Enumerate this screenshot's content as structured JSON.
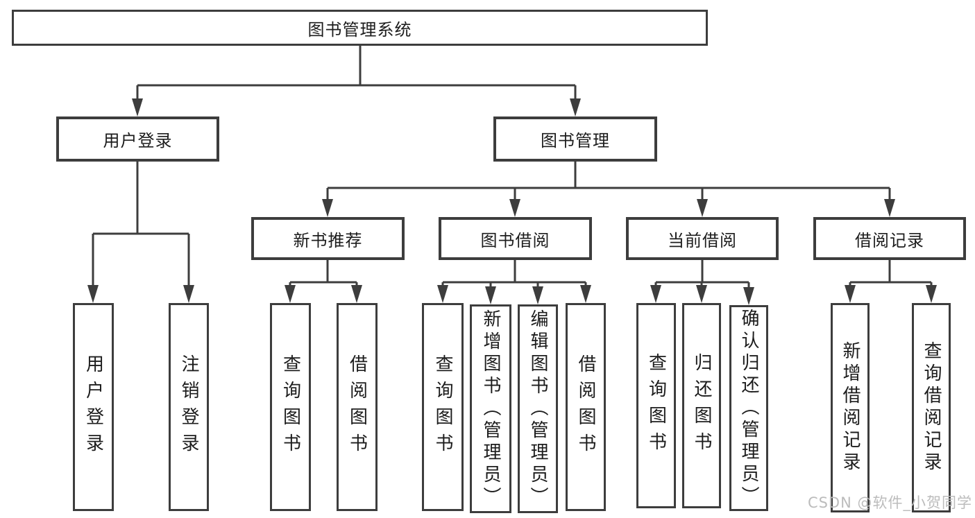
{
  "colors": {
    "line": "#3d3d3d",
    "text": "#1c1c1c",
    "watermark": "#bcbcbc",
    "background": "#ffffff"
  },
  "watermark": "CSDN @软件_小贺同学",
  "tree": {
    "label": "图书管理系统",
    "children": [
      {
        "label": "用户登录",
        "children": [
          {
            "label": "用户登录"
          },
          {
            "label": "注销登录"
          }
        ]
      },
      {
        "label": "图书管理",
        "children": [
          {
            "label": "新书推荐",
            "children": [
              {
                "label": "查询图书"
              },
              {
                "label": "借阅图书"
              }
            ]
          },
          {
            "label": "图书借阅",
            "children": [
              {
                "label": "查询图书"
              },
              {
                "label": "新增图书（管理员）"
              },
              {
                "label": "编辑图书（管理员）"
              },
              {
                "label": "借阅图书"
              }
            ]
          },
          {
            "label": "当前借阅",
            "children": [
              {
                "label": "查询图书"
              },
              {
                "label": "归还图书"
              },
              {
                "label": "确认归还（管理员）"
              }
            ]
          },
          {
            "label": "借阅记录",
            "children": [
              {
                "label": "新增借阅记录"
              },
              {
                "label": "查询借阅记录"
              }
            ]
          }
        ]
      }
    ]
  }
}
